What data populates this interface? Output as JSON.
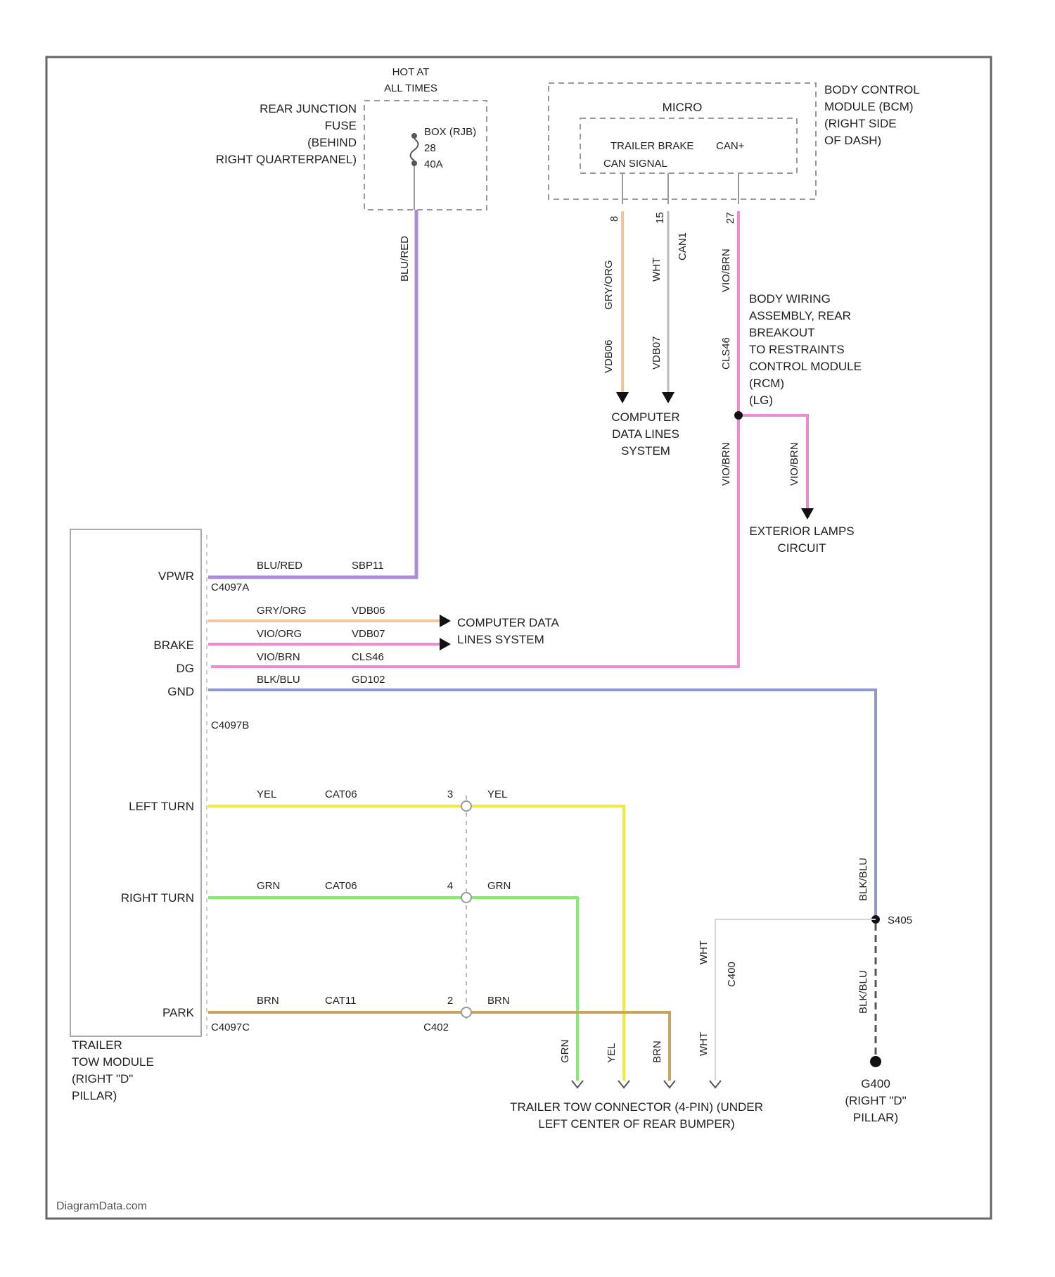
{
  "watermark": "DiagramData.com",
  "fuse": {
    "header": [
      "HOT AT",
      "ALL TIMES"
    ],
    "location": [
      "REAR JUNCTION",
      "FUSE",
      "(BEHIND",
      "RIGHT QUARTERPANEL)"
    ],
    "rating": [
      "BOX (RJB)",
      "28",
      "40A"
    ]
  },
  "bcm": {
    "inner_title": "MICRO",
    "signals": [
      "TRAILER BRAKE",
      "CAN+",
      "CAN SIGNAL"
    ],
    "label": [
      "BODY CONTROL",
      "MODULE (BCM)",
      "(RIGHT SIDE",
      "OF DASH)"
    ],
    "pins": [
      "8",
      "15",
      "27"
    ],
    "wire_labels": [
      "GRY/ORG",
      "WHT",
      "VIO/BRN",
      "VDB06",
      "VDB07",
      "CLS46",
      "CAN1"
    ]
  },
  "body_harness": [
    "BODY WIRING",
    "ASSEMBLY, REAR",
    "BREAKOUT",
    "TO RESTRAINTS",
    "CONTROL MODULE",
    "(RCM)",
    "(LG)"
  ],
  "destinations": {
    "cdl_top": [
      "COMPUTER",
      "DATA LINES",
      "SYSTEM"
    ],
    "exterior": [
      "EXTERIOR LAMPS",
      "CIRCUIT"
    ],
    "cdl_mid": [
      "COMPUTER DATA",
      "LINES SYSTEM"
    ],
    "connector": [
      "TRAILER TOW CONNECTOR (4-PIN) (UNDER",
      "LEFT CENTER OF REAR BUMPER)"
    ]
  },
  "module": {
    "label": [
      "TRAILER",
      "TOW MODULE",
      "(RIGHT \"D\"",
      "PILLAR)"
    ],
    "inputs": [
      "VPWR",
      "BRAKE",
      "DG",
      "GND",
      "LEFT TURN",
      "RIGHT TURN",
      "PARK"
    ],
    "connectors": [
      "C4097A",
      "C4097B",
      "C4097C"
    ]
  },
  "wires": {
    "vpwr": [
      "BLU/RED",
      "SBP11"
    ],
    "cdl1": [
      "GRY/ORG",
      "VDB06"
    ],
    "cdl2": [
      "VIO/ORG",
      "VDB07"
    ],
    "dg": [
      "VIO/BRN",
      "CLS46"
    ],
    "gnd": [
      "BLK/BLU",
      "GD102"
    ],
    "left": [
      "YEL",
      "CAT06",
      "YEL"
    ],
    "right": [
      "GRN",
      "CAT06",
      "GRN"
    ],
    "park": [
      "BRN",
      "CAT11",
      "BRN"
    ],
    "gnd_vert": "BLK/BLU",
    "wht": [
      "WHT",
      "C400"
    ],
    "inline_connector": "C402",
    "pin_numbers_mid": [
      "3",
      "4",
      "2"
    ]
  },
  "ground": {
    "splice": "S405",
    "point": [
      "G400",
      "(RIGHT \"D\"",
      "PILLAR)"
    ]
  },
  "colors": {
    "purple": "#a98bd8",
    "pink": "#f08ad0",
    "peach": "#f3c59a",
    "blue": "#8e98cf",
    "yellow": "#f1ea3a",
    "green": "#7ff06a",
    "tan": "#c9a45a",
    "gray": "#bbbbbb"
  }
}
